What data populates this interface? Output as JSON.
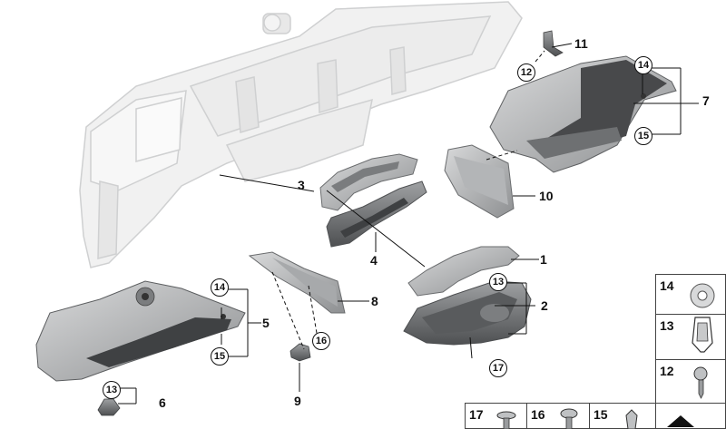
{
  "diagram": {
    "callouts": {
      "n1": "1",
      "n2": "2",
      "n3": "3",
      "n4": "4",
      "n5": "5",
      "n6": "6",
      "n7": "7",
      "n8": "8",
      "n9": "9",
      "n10": "10",
      "n11": "11"
    },
    "circled": {
      "c12": "12",
      "c14a": "14",
      "c15a": "15",
      "c13a": "13",
      "c17a": "17",
      "c14b": "14",
      "c15b": "15",
      "c16": "16",
      "c13b": "13"
    },
    "legend": {
      "r14": "14",
      "r13": "13",
      "r12": "12",
      "r17": "17",
      "r16": "16",
      "r15": "15"
    },
    "colors": {
      "part_fill": "#c7c9cb",
      "part_dark": "#5f6163",
      "dash_outline": "#d9dadb",
      "line": "#111111"
    }
  }
}
